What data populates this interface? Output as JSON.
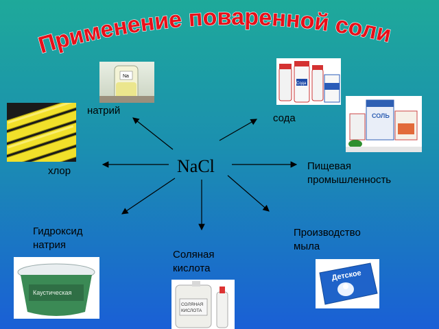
{
  "slide": {
    "title": "Применение поваренной соли",
    "center": "NaCl",
    "labels": {
      "sodium": "натрий",
      "soda": "сода",
      "chlorine": "хлор",
      "food": "Пищевая промышленность",
      "food_line1": "Пищевая",
      "food_line2": "промышленность",
      "naoh_line1": "Гидроксид",
      "naoh_line2": "натрия",
      "hcl_line1": "Соляная",
      "hcl_line2": "кислота",
      "soap_line1": "Производство",
      "soap_line2": "мыла"
    },
    "picture_text": {
      "na_jar": "Na",
      "soda_pack": "Сода",
      "salt_pack": "СОЛЬ",
      "naoh_tub": "Каустическая",
      "hcl_can_1": "СОЛЯНАЯ",
      "hcl_can_2": "КИСЛОТА",
      "soap_bar": "Детское"
    },
    "colors": {
      "title_fill": "#e8101a",
      "title_outline": "#ffffff",
      "arrow": "#000000"
    }
  }
}
